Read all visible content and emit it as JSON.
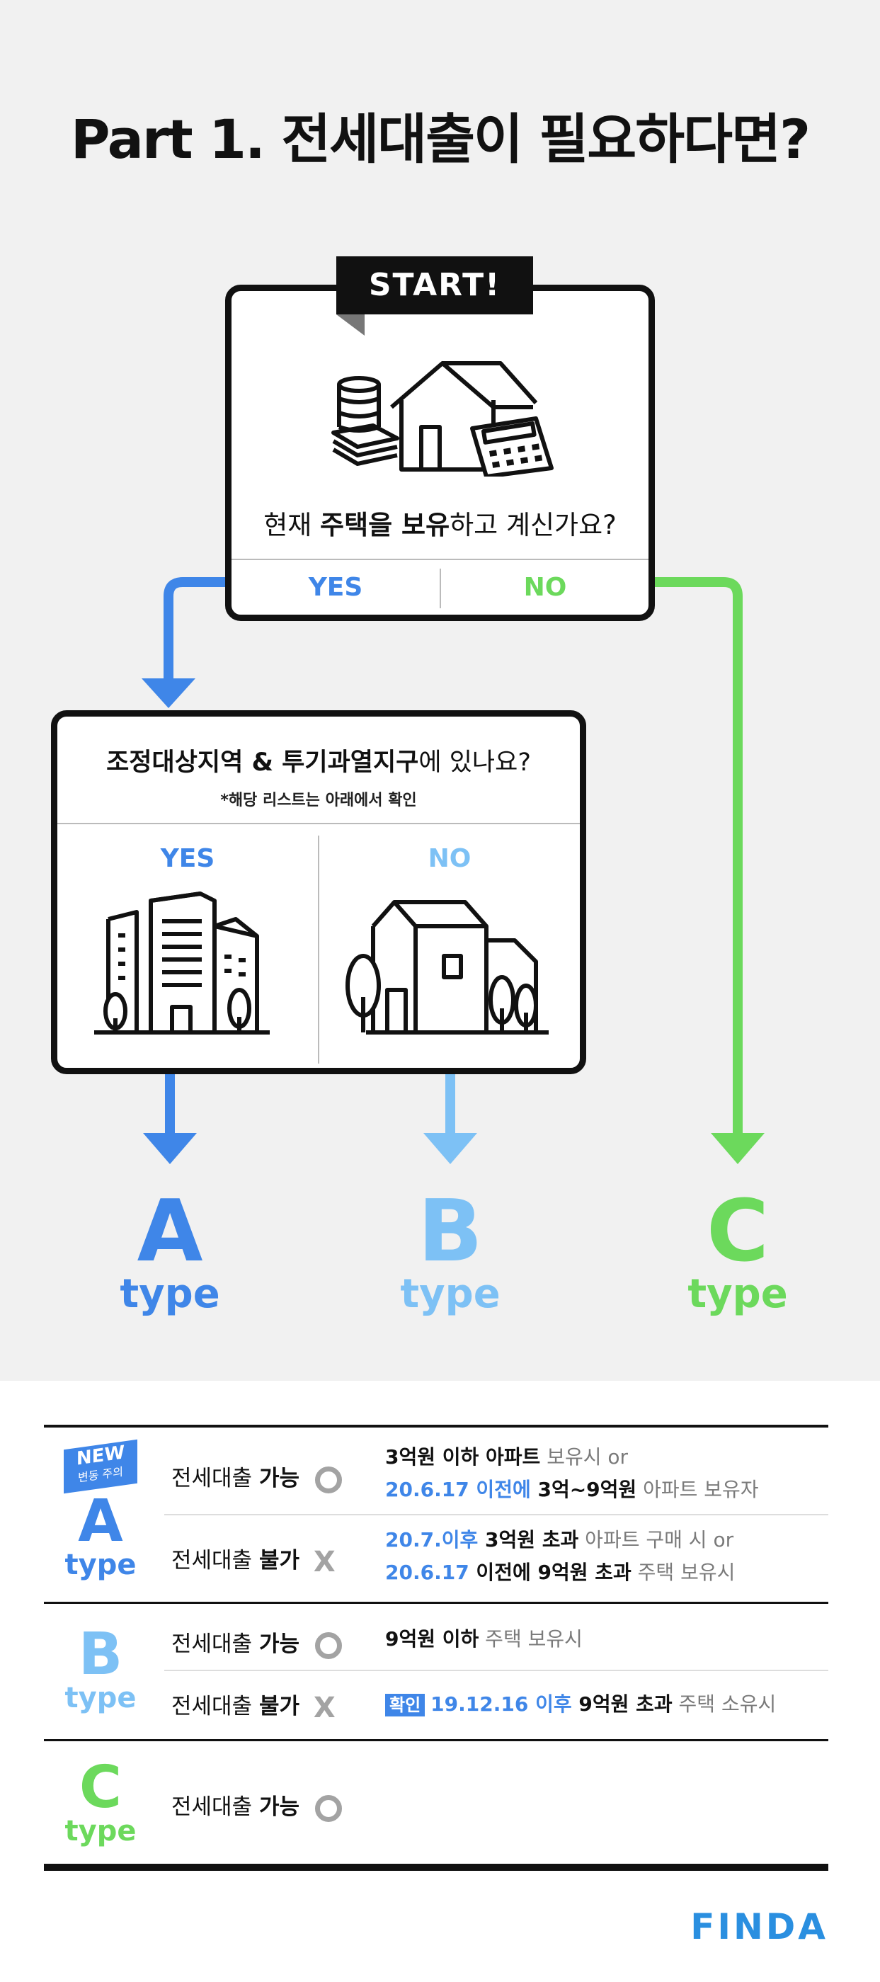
{
  "title": "Part 1.  전세대출이 필요하다면?",
  "start": {
    "tag": "START!",
    "question": {
      "pre": "현재 ",
      "bold": "주택을 보유",
      "post": "하고 계신가요?"
    },
    "yes": "YES",
    "no": "NO"
  },
  "region": {
    "question": {
      "bold": "조정대상지역 & 투기과열지구",
      "post": "에 있나요?"
    },
    "note": "*해당 리스트는 아래에서 확인",
    "yes": "YES",
    "no": "NO"
  },
  "types": [
    {
      "letter": "A",
      "word": "type"
    },
    {
      "letter": "B",
      "word": "type"
    },
    {
      "letter": "C",
      "word": "type"
    }
  ],
  "table": {
    "new_badge": {
      "line1": "NEW",
      "line2": "변동 주의"
    },
    "a": {
      "letter": "A",
      "word": "type",
      "row1": {
        "label_pre": "전세대출 ",
        "label_bold": "가능",
        "l1": {
          "t1": "3억원 이하 아파트",
          "t2": " 보유시 or"
        },
        "l2": {
          "t1": "20.6.17 이전에",
          "t2": " 3억~9억원",
          "t3": " 아파트 보유자"
        }
      },
      "row2": {
        "label_pre": "전세대출 ",
        "label_bold": "불가",
        "mark": "X",
        "l1": {
          "t1": "20.7.이후",
          "t2": " 3억원 초과",
          "t3": " 아파트 구매 시 or"
        },
        "l2": {
          "t1": "20.6.17",
          "t2": " 이전에 9억원 초과",
          "t3": " 주택 보유시"
        }
      }
    },
    "b": {
      "letter": "B",
      "word": "type",
      "row1": {
        "label_pre": "전세대출 ",
        "label_bold": "가능",
        "l1": {
          "t1": "9억원 이하",
          "t2": " 주택 보유시"
        }
      },
      "row2": {
        "label_pre": "전세대출 ",
        "label_bold": "불가",
        "mark": "X",
        "tag": "확인",
        "l1": {
          "t1": "19.12.16 이후",
          "t2": " 9억원 초과",
          "t3": " 주택 소유시"
        }
      }
    },
    "c": {
      "letter": "C",
      "word": "type",
      "row1": {
        "label_pre": "전세대출 ",
        "label_bold": "가능"
      }
    }
  },
  "brand": "FINDA",
  "colors": {
    "blue": "#3f86e8",
    "light_blue": "#7dc1f5",
    "green": "#6cd95c",
    "dark": "#111111",
    "gray": "#a3a3a3",
    "bg": "#f1f1f1"
  },
  "icons": [
    "house-money-calculator-icon",
    "city-buildings-icon",
    "house-trees-icon"
  ]
}
